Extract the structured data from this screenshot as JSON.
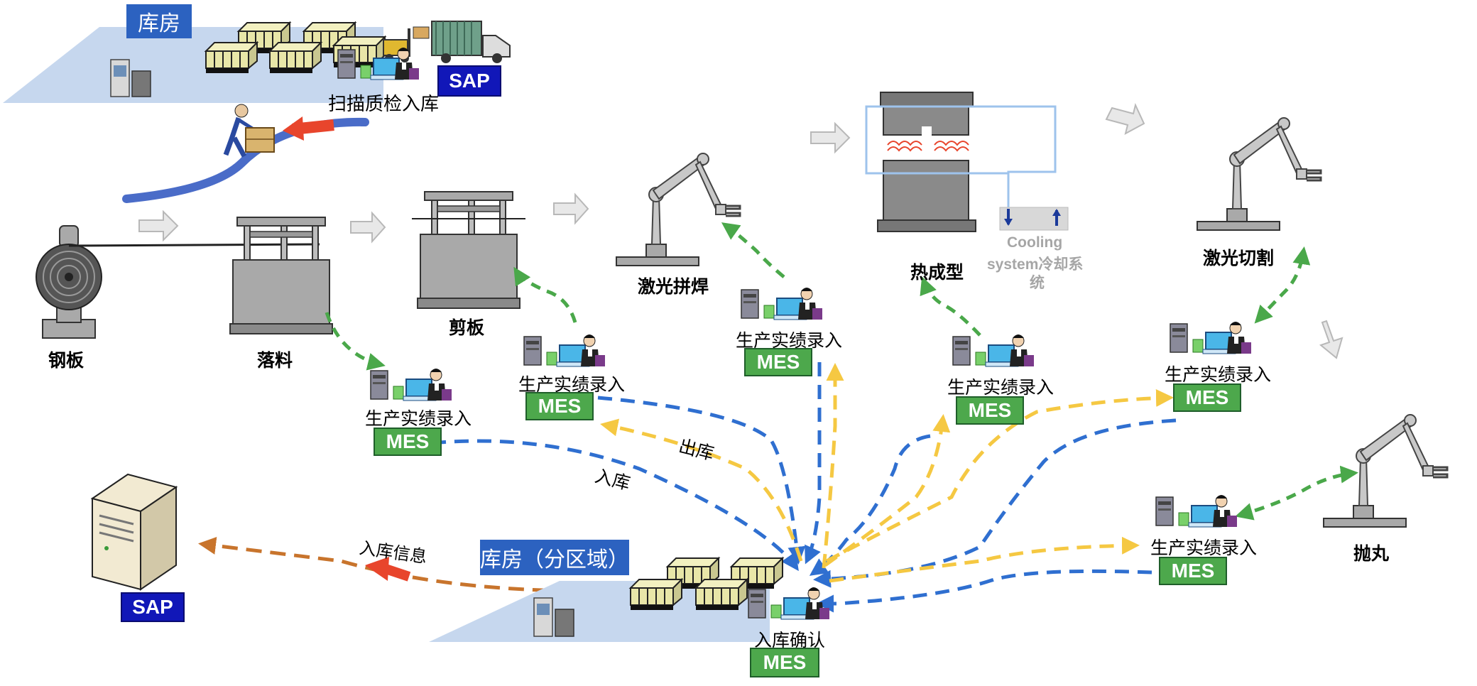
{
  "warehouse_top": {
    "title": "库房",
    "sap": "SAP",
    "scan_label": "扫描质检入库"
  },
  "stations": {
    "steel_plate": "钢板",
    "blanking": "落料",
    "shearing": "剪板",
    "laser_welding": "激光拼焊",
    "hot_forming": "热成型",
    "cooling_line1": "Cooling",
    "cooling_line2": "system冷却系",
    "cooling_line3": "统",
    "laser_cutting": "激光切割",
    "shot_blasting": "抛丸"
  },
  "terminals": [
    {
      "label": "生产实绩录入",
      "system": "MES"
    },
    {
      "label": "生产实绩录入",
      "system": "MES"
    },
    {
      "label": "生产实绩录入",
      "system": "MES"
    },
    {
      "label": "生产实绩录入",
      "system": "MES"
    },
    {
      "label": "生产实绩录入",
      "system": "MES"
    },
    {
      "label": "生产实绩录入",
      "system": "MES"
    }
  ],
  "flows": {
    "outbound": "出库",
    "inbound": "入库",
    "inbound_info": "入库信息"
  },
  "warehouse_bottom": {
    "title": "库房（分区域）",
    "confirm_label": "入库确认",
    "system": "MES"
  },
  "server": {
    "system": "SAP"
  },
  "colors": {
    "mes_green": "#4da84c",
    "sap_blue": "#1117b8",
    "flow_blue": "#2f6fd0",
    "flow_yellow": "#f5c842",
    "flow_green": "#4aa84a",
    "flow_orange": "#c8742c",
    "arrow_red": "#e8452c"
  }
}
